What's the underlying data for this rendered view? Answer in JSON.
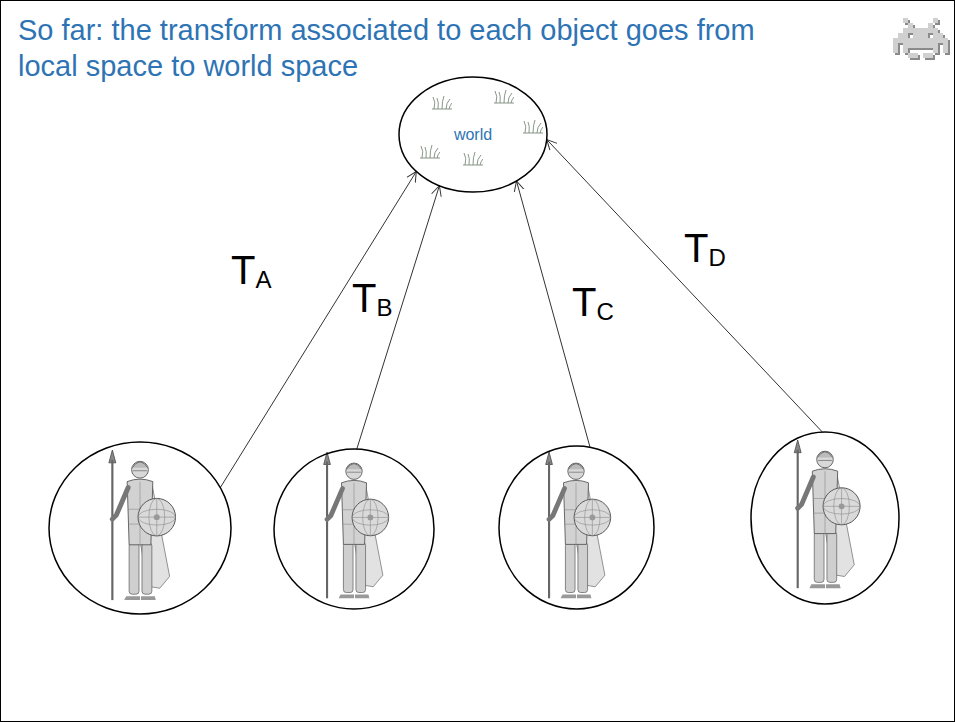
{
  "diagram": {
    "title": "So far: the transform associated to each object goes from local space to world space",
    "nodes": [
      {
        "text": [
          "world"
        ]
      },
      {
        "text": []
      },
      {
        "text": []
      },
      {
        "text": []
      },
      {
        "text": []
      }
    ],
    "edges": [
      {
        "from": 1,
        "to": 0,
        "arrow": "to",
        "label": "TA"
      },
      {
        "from": 2,
        "to": 0,
        "arrow": "to",
        "label": "TB"
      },
      {
        "from": 3,
        "to": 0,
        "arrow": "to",
        "label": "TC"
      },
      {
        "from": 4,
        "to": 0,
        "arrow": "to",
        "label": "TD"
      }
    ]
  }
}
